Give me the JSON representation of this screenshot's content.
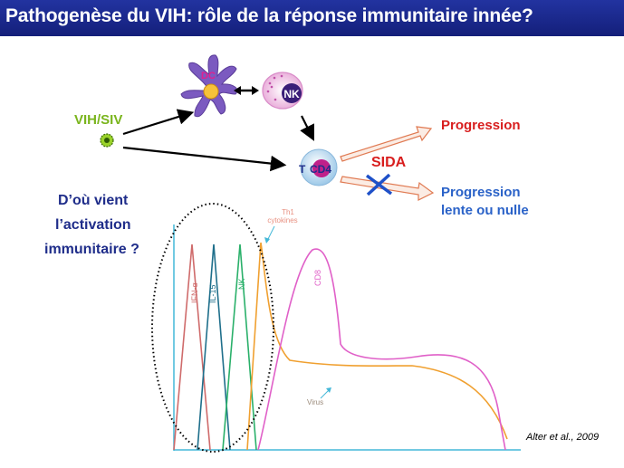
{
  "slide": {
    "title": "Pathogenèse du VIH: rôle de la réponse immunitaire innée?"
  },
  "diagram": {
    "virus_label": "VIH/SIV",
    "dc_label": "DC",
    "nk_label": "NK",
    "tcd4_label_t": "T",
    "tcd4_label_cd4": "CD4",
    "outcome_progression": "Progression",
    "outcome_sida": "SIDA",
    "outcome_slow_line1": "Progression",
    "outcome_slow_line2": "lente ou nulle",
    "question_line1": "D’où vient",
    "question_line2": "l’activation",
    "question_line3": "immunitaire ?"
  },
  "curves": {
    "ifn": "IFN-α",
    "il15": "IL-15",
    "nk": "NK",
    "th1_line1": "Th1",
    "th1_line2": "cytokines",
    "cd8": "CD8",
    "virus": "Virus"
  },
  "citation": "Alter et al., 2009",
  "colors": {
    "title_bg": "#1a2790",
    "virus_green": "#7ab51d",
    "progression_red": "#d81e1e",
    "slow_blue": "#2a62c8",
    "question_navy": "#1f2d8a",
    "ifn_curve": "#cf6b6b",
    "il15_curve": "#1f6f8b",
    "nk_curve": "#2ab06a",
    "th1_curve": "#f0a030",
    "cd8_curve": "#e060c8",
    "axis": "#44b8d8"
  }
}
